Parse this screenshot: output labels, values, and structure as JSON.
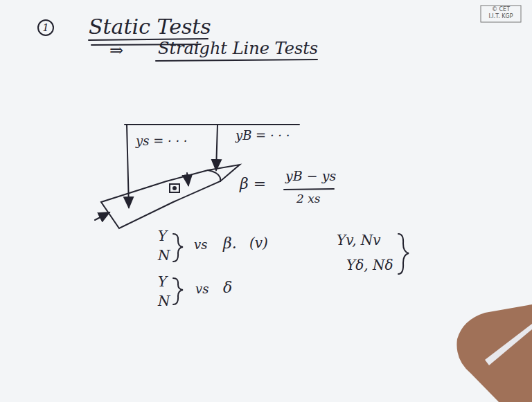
{
  "diagram": {
    "title": "Static Tests",
    "labels": [
      "1",
      "⇒",
      "Straight Line Tests",
      "ys = · · ·",
      "yB = · · ·",
      "β =",
      "yB − ys",
      "2 xs",
      "Y",
      "N",
      "vs",
      "β.",
      "(v)",
      "Yv, Nv",
      "Yδ, Nδ",
      "Y",
      "N",
      "vs",
      "δ",
      "© CET",
      "I.I.T. KGP"
    ]
  }
}
